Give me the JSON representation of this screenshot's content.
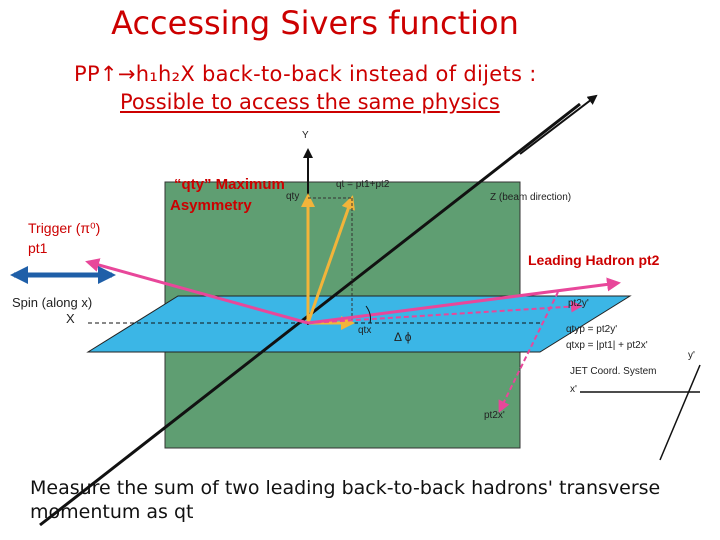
{
  "title": "Accessing Sivers function",
  "subtitle": {
    "line1": "PP↑→h₁h₂X back-to-back instead of dijets :",
    "line2": "Possible to access the same physics"
  },
  "labels": {
    "y_axis": "Y",
    "qty_max_line1": "“qty” Maximum",
    "qty_max_line2": "Asymmetry",
    "qty": "qty",
    "qt_sum": "qt = pt1+pt2",
    "z_beam": "Z (beam direction)",
    "trigger_line1": "Trigger (π⁰)",
    "trigger_line2": "pt1",
    "leading_hadron": "Leading Hadron pt2",
    "spin_line1": "Spin (along x)",
    "spin_line2": "X",
    "pt2y": "pt2y'",
    "qtx": "qtx",
    "delta_phi": "Δ ϕ",
    "qtyp": "qtyp = pt2y'",
    "qtxp": "qtxp = |pt1| + pt2x'",
    "jet_coord": "JET Coord. System",
    "x_prime": "x'",
    "y_prime": "y'",
    "pt2x": "pt2x'"
  },
  "footer": "Measure the sum of two leading back-to-back hadrons' transverse momentum as qt",
  "colors": {
    "title": "#cc0000",
    "plane_green": "#5f9e72",
    "plane_blue": "#3bb6e6",
    "arrow_pink": "#e8479a",
    "arrow_orange": "#f2b43a",
    "arrow_blue": "#1f5fa8"
  }
}
